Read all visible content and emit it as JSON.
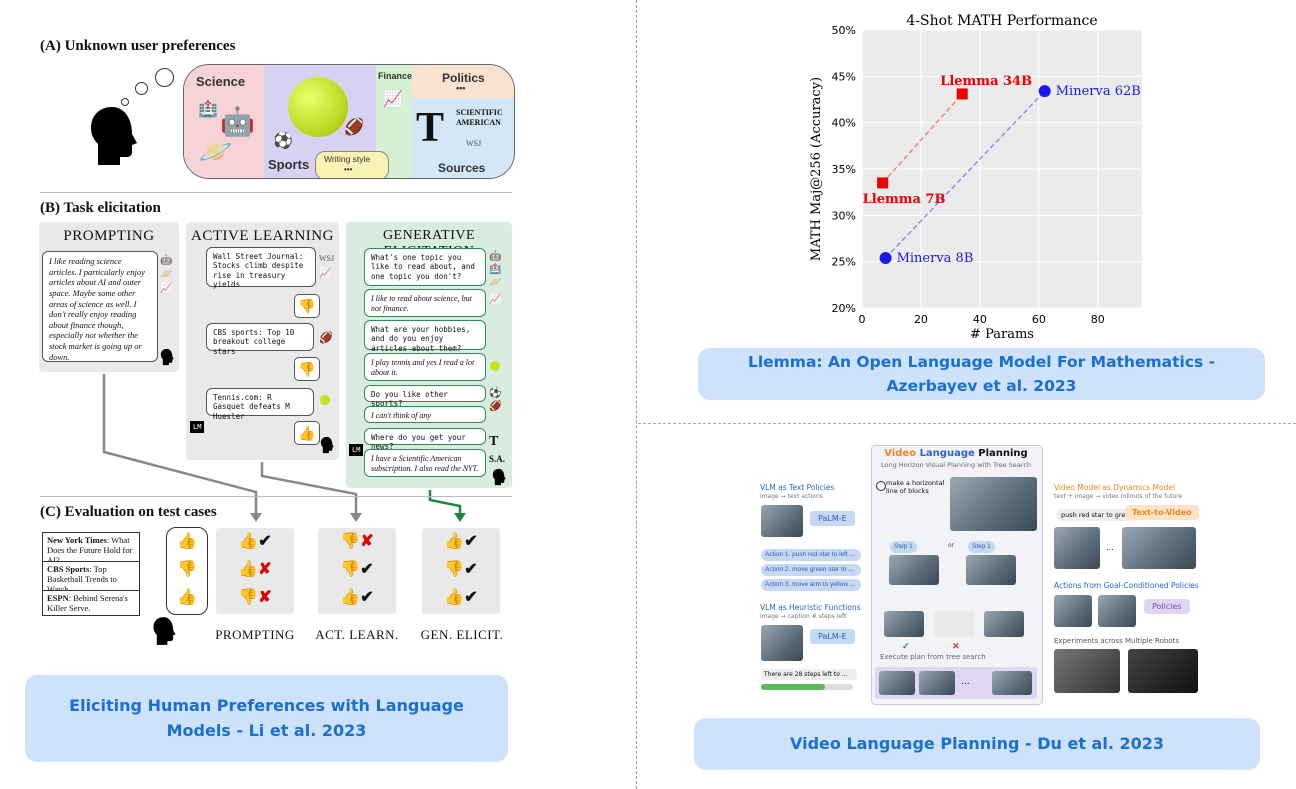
{
  "left_figure": {
    "section_a": "(A) Unknown user preferences",
    "section_b": "(B) Task elicitation",
    "section_c": "(C) Evaluation on test cases",
    "pref_labels": {
      "science": "Science",
      "sports": "Sports",
      "finance": "Finance",
      "politics": "Politics",
      "politics_dots": "•••",
      "writing_style": "Writing style",
      "writing_dots": "•••",
      "sources": "Sources",
      "sci_am": "SCIENTIFIC AMERICAN",
      "nyt": "T",
      "wsj": "WSJ"
    },
    "prompting": {
      "title": "PROMPTING",
      "text": "I like reading science articles. I particularly enjoy articles about AI and outer space. Maybe some other areas of science as well. I don't really enjoy reading about finance though, especially not whether the stock market is going up or down."
    },
    "active_learning": {
      "title": "ACTIVE LEARNING",
      "q1": "Wall Street Journal: Stocks climb despite rise in treasury yields",
      "q2": "CBS sports: Top 10 breakout college stars",
      "q3": "Tennis.com: R Gasquet defeats M Huesler",
      "lm": "LM"
    },
    "generative": {
      "title": "GENERATIVE ELICITATION",
      "q1": "What's one topic you like to read about, and one topic you don't?",
      "a1": "I like to read about science, but not finance.",
      "q2": "What are your hobbies, and do you enjoy articles about them?",
      "a2": "I play tennis and yes I read a lot about it.",
      "q3": "Do you like other sports?",
      "a3": "I can't think of any",
      "q4": "Where do you get your news?",
      "a4": "I have a Scientific American subscription. I also read the NYT.",
      "sa": "S.A.",
      "lm": "LM"
    },
    "test_cases": [
      {
        "source": "New York Times",
        "headline": ": What Does the Future Hold for AI?"
      },
      {
        "source": "CBS Sports",
        "headline": ": Top Basketball Trends to Watch."
      },
      {
        "source": "ESPN",
        "headline": ": Behind Serena's Killer Serve."
      }
    ],
    "methods": [
      "PROMPTING",
      "ACT. LEARN.",
      "GEN. ELICIT."
    ],
    "caption": "Eliciting Human Preferences with Language Models - Li et al. 2023"
  },
  "chart_data": {
    "type": "scatter",
    "title": "4-Shot MATH Performance",
    "xlabel": "# Params",
    "ylabel": "MATH Maj@256 (Accuracy)",
    "xlim": [
      0,
      95
    ],
    "ylim": [
      20,
      50
    ],
    "xticks": [
      0,
      20,
      40,
      60,
      80
    ],
    "yticks": [
      20,
      25,
      30,
      35,
      40,
      45,
      50
    ],
    "grid": true,
    "series": [
      {
        "name": "Llemma",
        "color": "#ee0000",
        "marker": "square",
        "points": [
          {
            "x": 7,
            "y": 33.5,
            "label": "Llemma 7B"
          },
          {
            "x": 34,
            "y": 43.1,
            "label": "Llemma 34B"
          }
        ]
      },
      {
        "name": "Minerva",
        "color": "#1a1aee",
        "marker": "circle",
        "points": [
          {
            "x": 8,
            "y": 25.4,
            "label": "Minerva 8B"
          },
          {
            "x": 62,
            "y": 43.4,
            "label": "Minerva 62B"
          }
        ]
      }
    ]
  },
  "chart_caption": "Llemma: An Open Language Model For Mathematics - Azerbayev et al. 2023",
  "vlp_figure": {
    "title_part1": "Video",
    "title_part2": "Language",
    "title_part3": "Planning",
    "subtitle": "Long Horizon Visual Planning with Tree Search",
    "instruction": "make a horizontal line of blocks",
    "vlm_text_policies": "VLM as Text Policies",
    "vlm_text_sub": "image → text actions",
    "palm_e": "PaLM-E",
    "action1": "Action 1. push red star to left ...",
    "action2": "Action 2. move green star to ...",
    "action3": "Action 3. move arm to yellow ...",
    "vlm_heuristic": "VLM as Heuristic Functions",
    "vlm_heuristic_sub": "image → caption # steps left",
    "steps_left": "There are 28 steps left to ...",
    "steps_num": "28",
    "video_model": "Video Model as Dynamics Model",
    "video_model_sub": "text + image → video rollouts of the future",
    "push_prompt": "push red star to green",
    "text_to_video": "Text-to-Video",
    "actions_goal": "Actions from Goal-Conditioned Policies",
    "policies": "Policies",
    "experiments": "Experiments across Multiple Robots",
    "execute": "Execute plan from tree search",
    "or": "or",
    "check": "✓",
    "cross": "✕",
    "ellipsis": "..."
  },
  "vlp_caption": "Video Language Planning - Du et al. 2023"
}
